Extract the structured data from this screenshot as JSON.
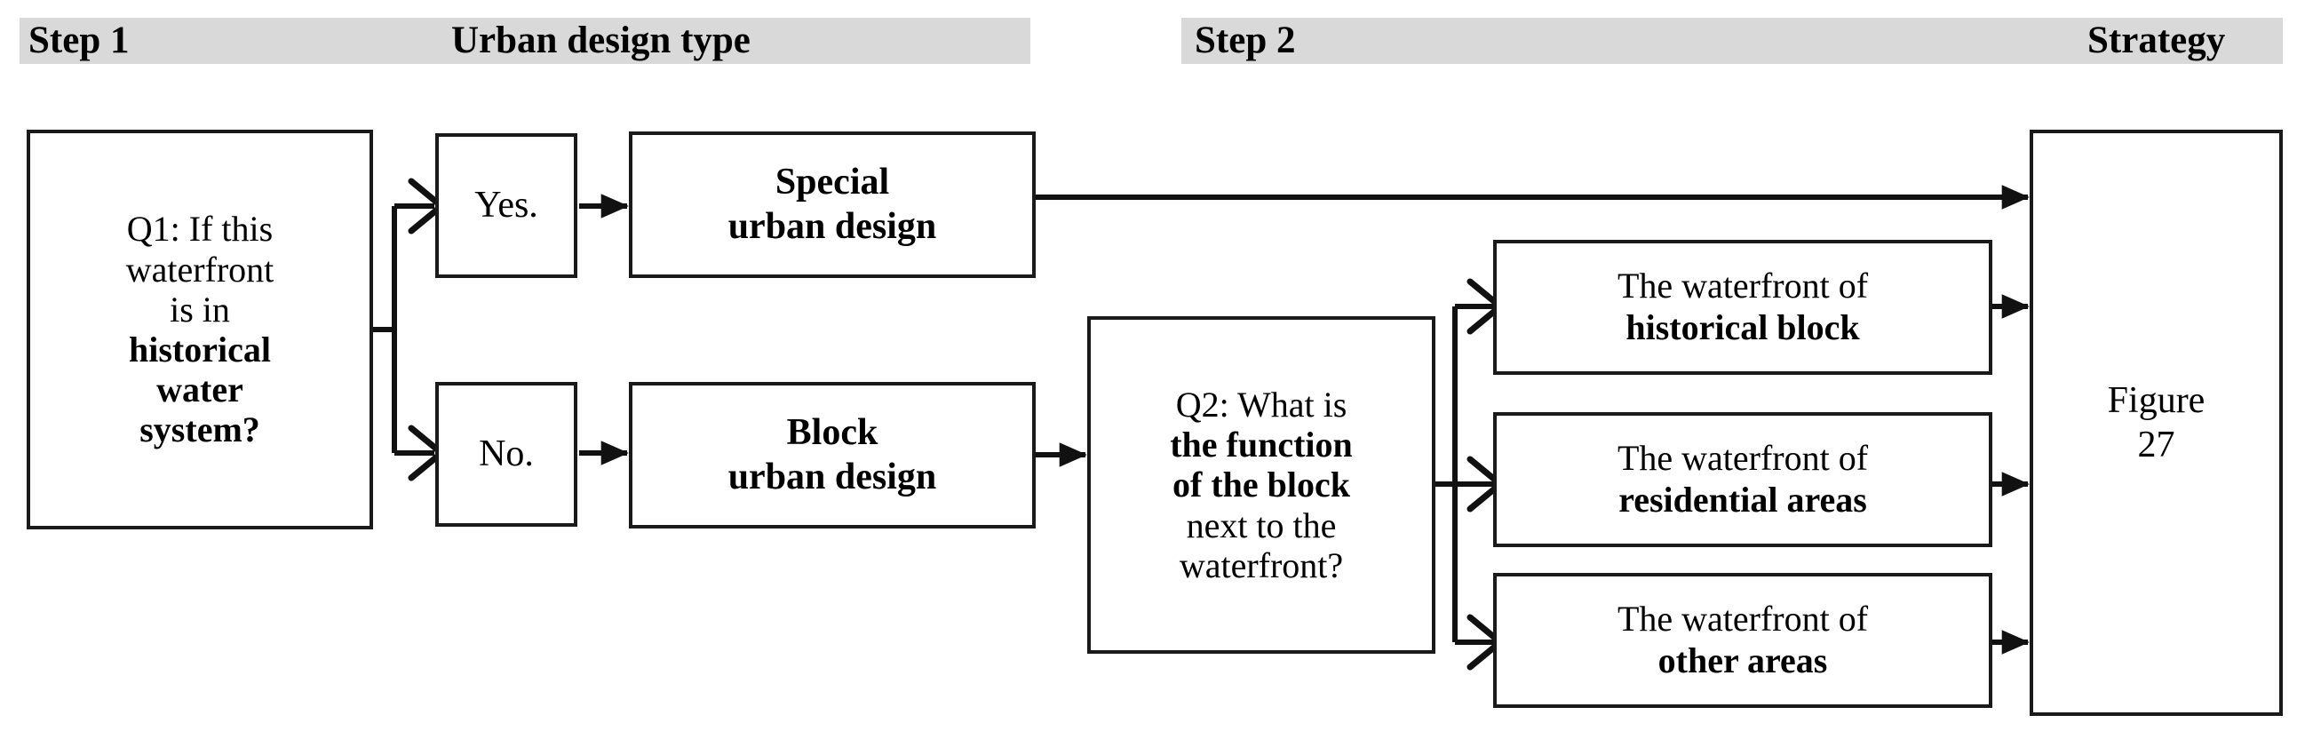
{
  "header": {
    "bands": [
      {
        "label_left": "Step 1",
        "label_mid": "Urban design type"
      },
      {
        "label_left": "Step 2",
        "label_right": "Strategy"
      }
    ],
    "step1": "Step 1",
    "urban_design_type": "Urban design type",
    "step2": "Step 2",
    "strategy": "Strategy"
  },
  "nodes": {
    "q1": {
      "name": "question-1",
      "line1": "Q1: If this",
      "line2": "waterfront",
      "line3": "is in",
      "line4": "historical",
      "line5": "water",
      "line6": "system?"
    },
    "yes": {
      "label": "Yes."
    },
    "no": {
      "label": "No."
    },
    "special_urban_design": {
      "line1": "Special",
      "line2": "urban design"
    },
    "block_urban_design": {
      "line1": "Block",
      "line2": "urban design"
    },
    "q2": {
      "name": "question-2",
      "line1": "Q2: What is",
      "line2": "the function",
      "line3": "of the block",
      "line4": "next to the",
      "line5": "waterfront?"
    },
    "wf_historical": {
      "line1": "The waterfront of",
      "line2": "historical block"
    },
    "wf_residential": {
      "line1": "The waterfront of",
      "line2": "residential areas"
    },
    "wf_other": {
      "line1": "The waterfront of",
      "line2": "other areas"
    },
    "figure": {
      "line1": "Figure",
      "line2": "27"
    }
  },
  "colors": {
    "band_background": "#d9d9d9",
    "box_border": "#1a1a1a",
    "box_fill": "#ffffff",
    "connector": "#111111",
    "text": "#000000"
  },
  "connectors": {
    "q1_to_branch": "split",
    "yes_to_special": "arrow",
    "no_to_block": "arrow",
    "special_to_figure": "arrow",
    "block_to_q2": "arrow",
    "q2_to_three": "split",
    "wf_to_figure": "arrow"
  }
}
